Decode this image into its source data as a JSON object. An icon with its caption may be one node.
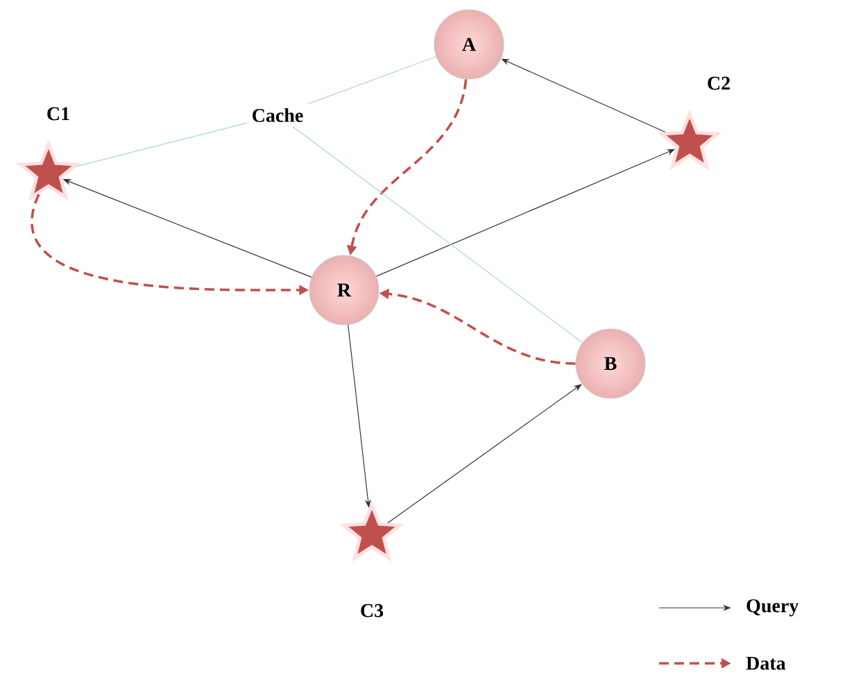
{
  "diagram": {
    "nodes": [
      {
        "text": [
          "A"
        ]
      },
      {
        "text": [
          "C1"
        ]
      },
      {
        "text": [
          "Cache"
        ]
      },
      {
        "text": [
          "C2"
        ]
      },
      {
        "text": [
          "R"
        ]
      },
      {
        "text": [
          "B"
        ]
      },
      {
        "text": [
          "C3"
        ]
      }
    ],
    "edges": [
      {
        "from": 3,
        "to": 0,
        "arrow": "to"
      },
      {
        "from": 4,
        "to": 1,
        "arrow": "to"
      },
      {
        "from": 4,
        "to": 3,
        "arrow": "to"
      },
      {
        "from": 4,
        "to": 6,
        "arrow": "to"
      },
      {
        "from": 6,
        "to": 5,
        "arrow": "to"
      },
      {
        "from": 0,
        "to": 4,
        "arrow": "to",
        "style": "dashed",
        "color": "#c0504d"
      },
      {
        "from": 1,
        "to": 4,
        "arrow": "to",
        "style": "dashed",
        "color": "#c0504d"
      },
      {
        "from": 5,
        "to": 4,
        "arrow": "to",
        "style": "dashed",
        "color": "#c0504d"
      },
      {
        "from": 2,
        "to": 0,
        "arrow": "none",
        "color": "#a9d6da"
      },
      {
        "from": 2,
        "to": 1,
        "arrow": "none",
        "color": "#a9d6da"
      },
      {
        "from": 2,
        "to": 5,
        "arrow": "none",
        "color": "#a9d6da"
      }
    ],
    "legend": [
      {
        "text": "Query"
      },
      {
        "text": "Data"
      }
    ]
  }
}
